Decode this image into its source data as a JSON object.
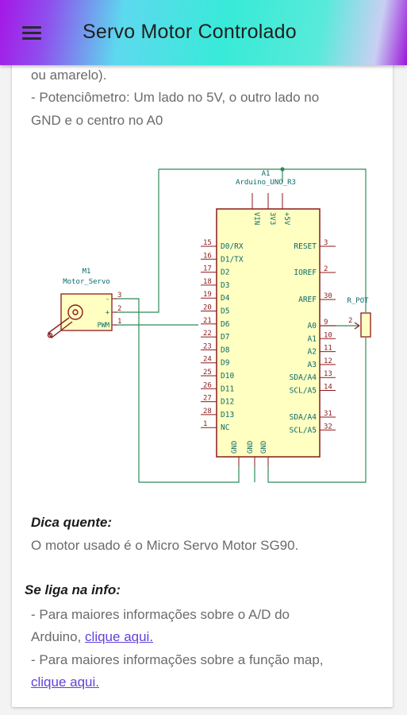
{
  "appbar": {
    "title": "Servo Motor Controlado",
    "menu_icon": "hamburger-menu-icon"
  },
  "content": {
    "wiring_lines": [
      "ou amarelo).",
      "- Potenciômetro: Um lado no 5V, o outro lado no",
      "GND e o centro no A0"
    ],
    "schematic": {
      "arduino_ref": "A1",
      "arduino_value": "Arduino_UNO_R3",
      "motor_ref": "M1",
      "motor_value": "Motor_Servo",
      "pot_ref": "R_POT",
      "top_pins": [
        "VIN",
        "3V3",
        "+5V"
      ],
      "bottom_pins": [
        "GND",
        "GND",
        "GND"
      ],
      "left_pins": [
        {
          "num": "15",
          "name": "D0/RX"
        },
        {
          "num": "16",
          "name": "D1/TX"
        },
        {
          "num": "17",
          "name": "D2"
        },
        {
          "num": "18",
          "name": "D3"
        },
        {
          "num": "19",
          "name": "D4"
        },
        {
          "num": "20",
          "name": "D5"
        },
        {
          "num": "21",
          "name": "D6"
        },
        {
          "num": "22",
          "name": "D7"
        },
        {
          "num": "23",
          "name": "D8"
        },
        {
          "num": "24",
          "name": "D9"
        },
        {
          "num": "25",
          "name": "D10"
        },
        {
          "num": "26",
          "name": "D11"
        },
        {
          "num": "27",
          "name": "D12"
        },
        {
          "num": "28",
          "name": "D13"
        },
        {
          "num": "1",
          "name": "NC"
        }
      ],
      "right_pins_top": [
        {
          "num": "3",
          "name": "RESET"
        },
        {
          "num": "2",
          "name": "IOREF"
        },
        {
          "num": "30",
          "name": "AREF"
        }
      ],
      "right_pins_analog": [
        {
          "num": "9",
          "name": "A0"
        },
        {
          "num": "10",
          "name": "A1"
        },
        {
          "num": "11",
          "name": "A2"
        },
        {
          "num": "12",
          "name": "A3"
        },
        {
          "num": "13",
          "name": "SDA/A4"
        },
        {
          "num": "14",
          "name": "SCL/A5"
        }
      ],
      "right_pins_i2c": [
        {
          "num": "31",
          "name": "SDA/A4"
        },
        {
          "num": "32",
          "name": "SCL/A5"
        }
      ],
      "motor_pins": [
        {
          "num": "3",
          "name": "-"
        },
        {
          "num": "2",
          "name": "+"
        },
        {
          "num": "1",
          "name": "PWM"
        }
      ],
      "pot_pin": "2",
      "colors": {
        "outline": "#8b1a1a",
        "fill": "#ffffc2",
        "wire": "#2e8b57",
        "text": "#0c6a6a",
        "pin_num": "#8b1a1a"
      }
    },
    "hint": {
      "title": "Dica quente:",
      "text": "O motor usado é o Micro Servo Motor SG90."
    },
    "info": {
      "title": "Se liga na info:",
      "line1_text": "- Para maiores informações sobre o A/D do",
      "line2_prefix": "Arduino, ",
      "link1": "clique aqui.",
      "line3_text": "- Para maiores informações sobre a função map,",
      "link2": "clique aqui."
    }
  }
}
